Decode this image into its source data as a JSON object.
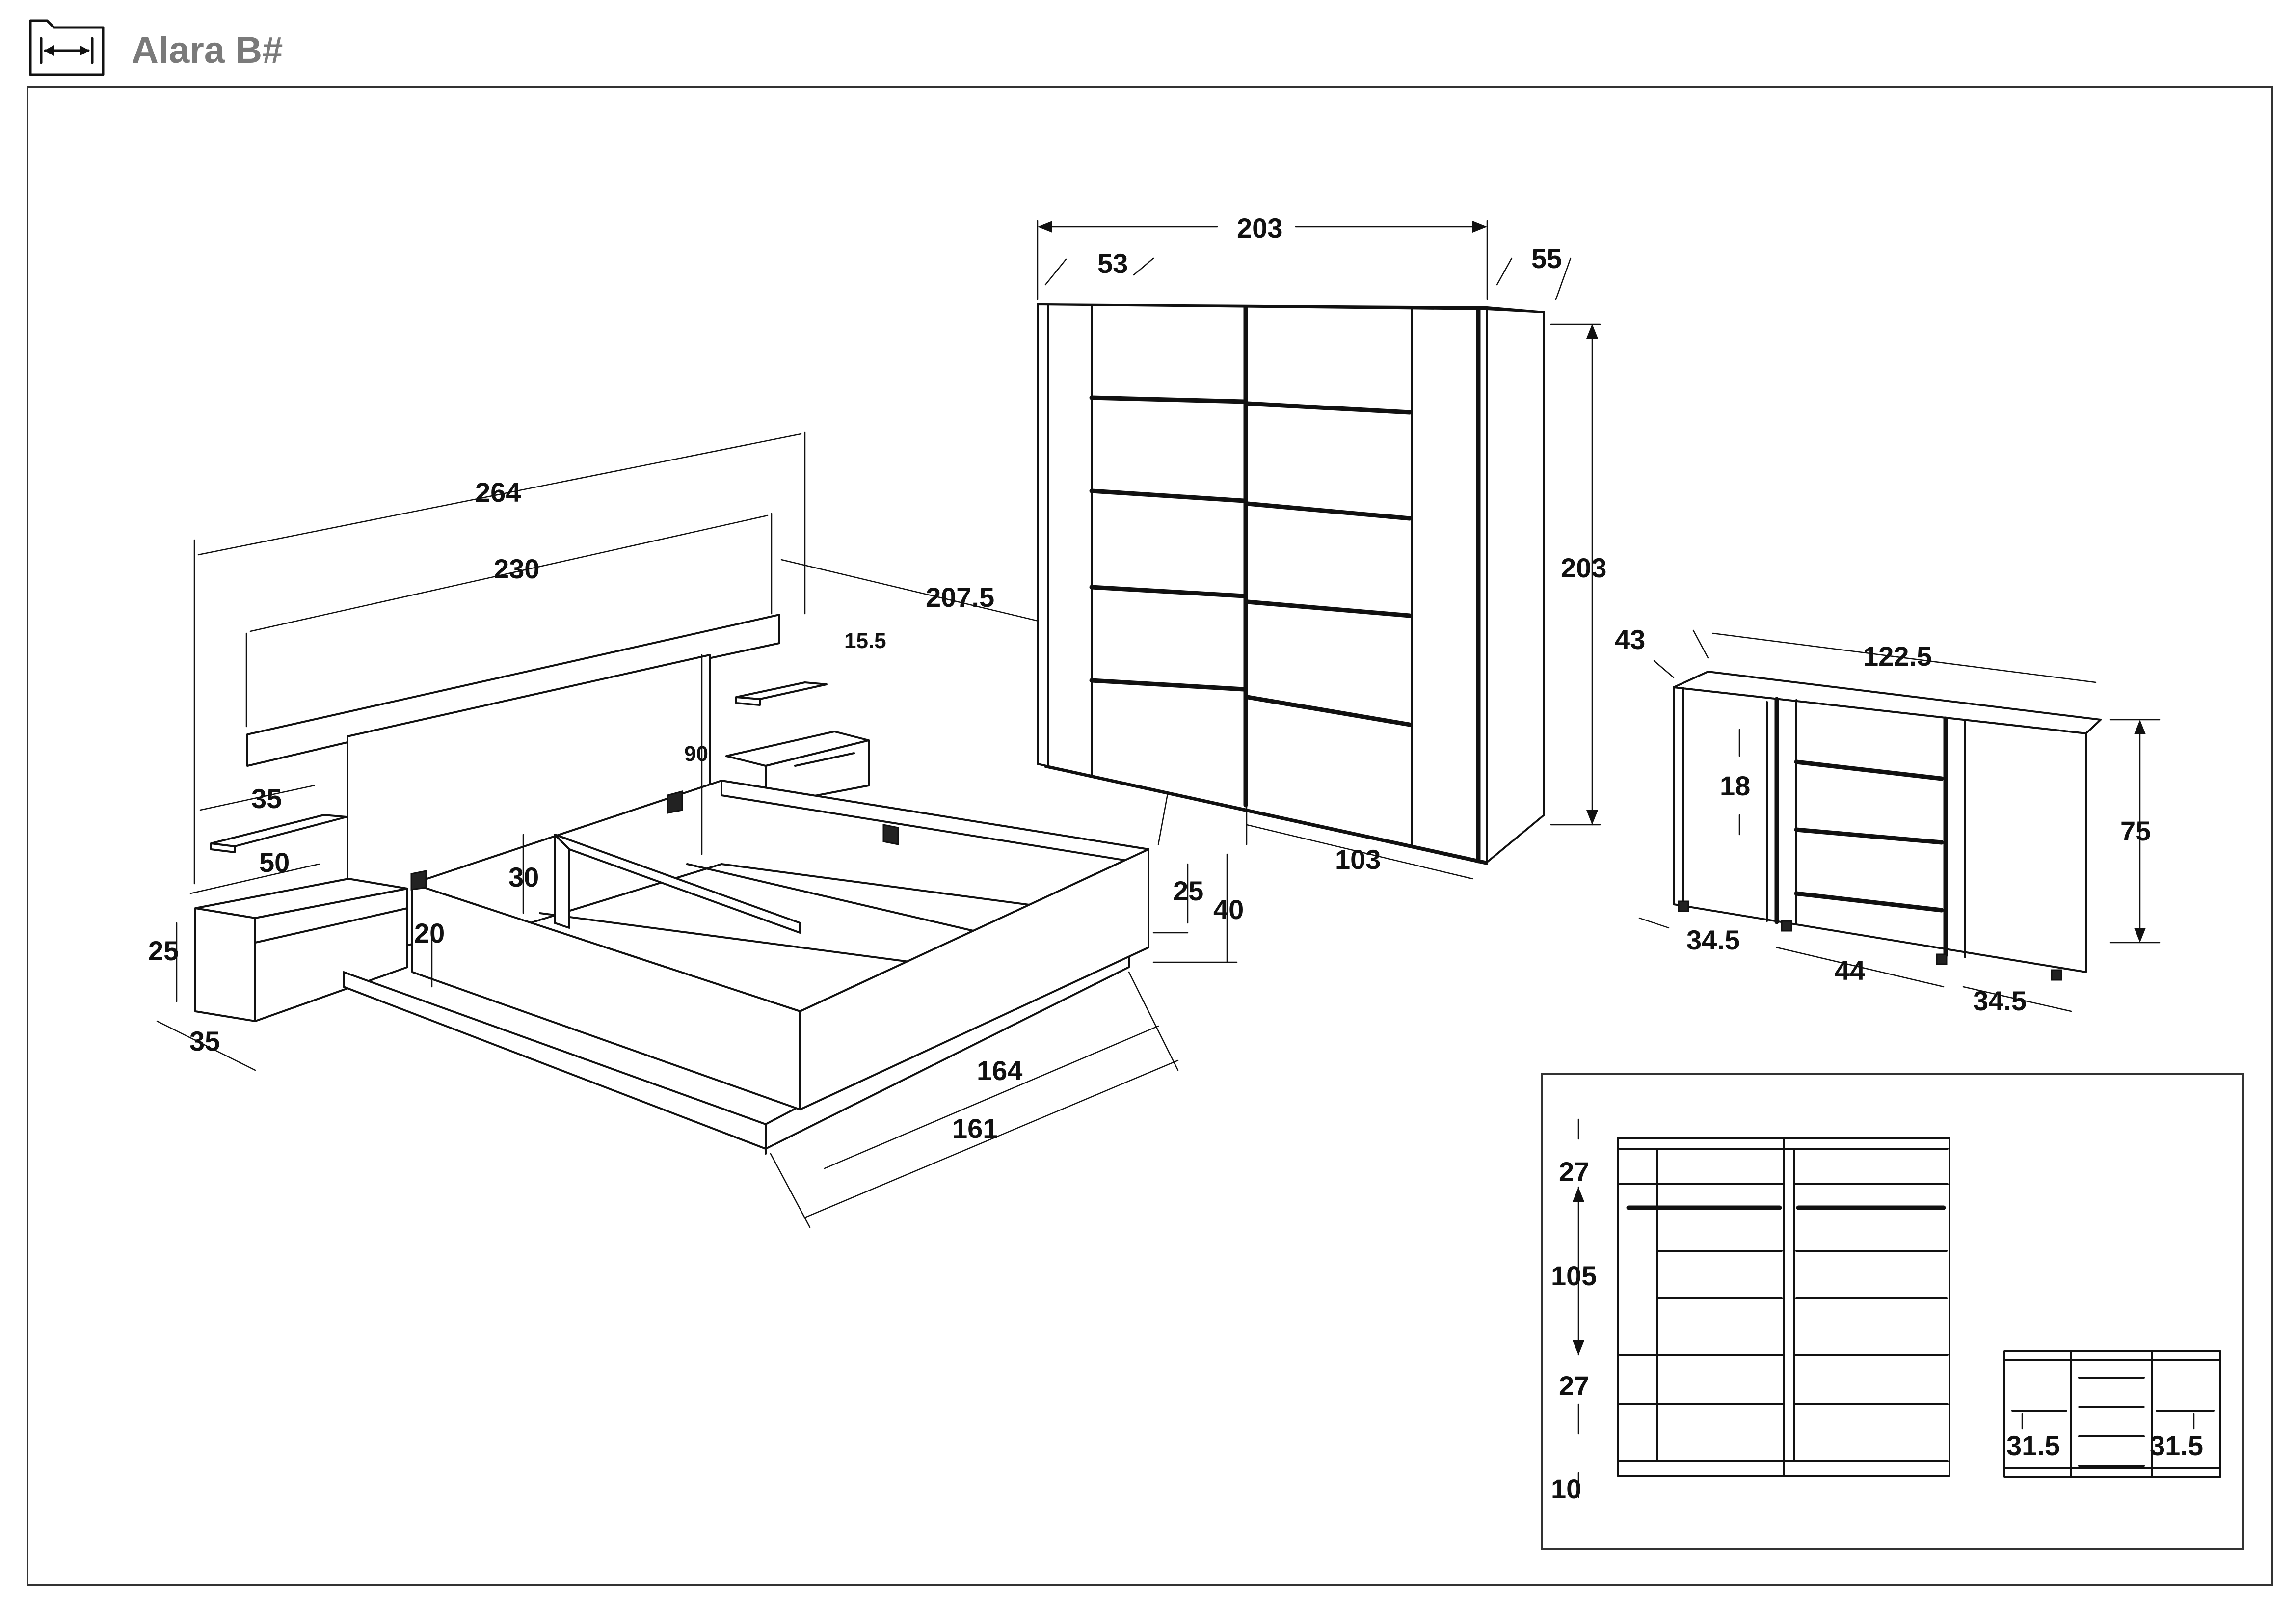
{
  "header": {
    "title": "Alara B#",
    "icon": "width-dimension-icon"
  },
  "colors": {
    "line": "#111111",
    "title": "#7a7a7a",
    "frame": "#333333"
  },
  "bed_set": {
    "overall_width": "264",
    "headboard_width": "230",
    "headboard_depth": "207.5",
    "shelf_thickness": "15.5",
    "headboard_height": "90",
    "shelf_width": "35",
    "shelf_height": "50",
    "nightstand_height": "25",
    "nightstand_depth": "35",
    "nightstand_gap": "20",
    "mattress_depth": "30",
    "frame_side": "25",
    "frame_height": "40",
    "outer_width": "164",
    "inner_width": "161"
  },
  "wardrobe": {
    "width": "203",
    "side_panel": "53",
    "depth": "55",
    "height": "203",
    "door_width": "103"
  },
  "dresser": {
    "depth": "43",
    "width": "122.5",
    "drawer_height": "18",
    "height": "75",
    "left_section": "34.5",
    "middle_section": "44",
    "right_section": "34.5"
  },
  "interior": {
    "top_shelf": "27",
    "hanging": "105",
    "lower_shelf": "27",
    "plinth": "10",
    "dresser_left_shelf": "31.5",
    "dresser_right_shelf": "31.5"
  }
}
